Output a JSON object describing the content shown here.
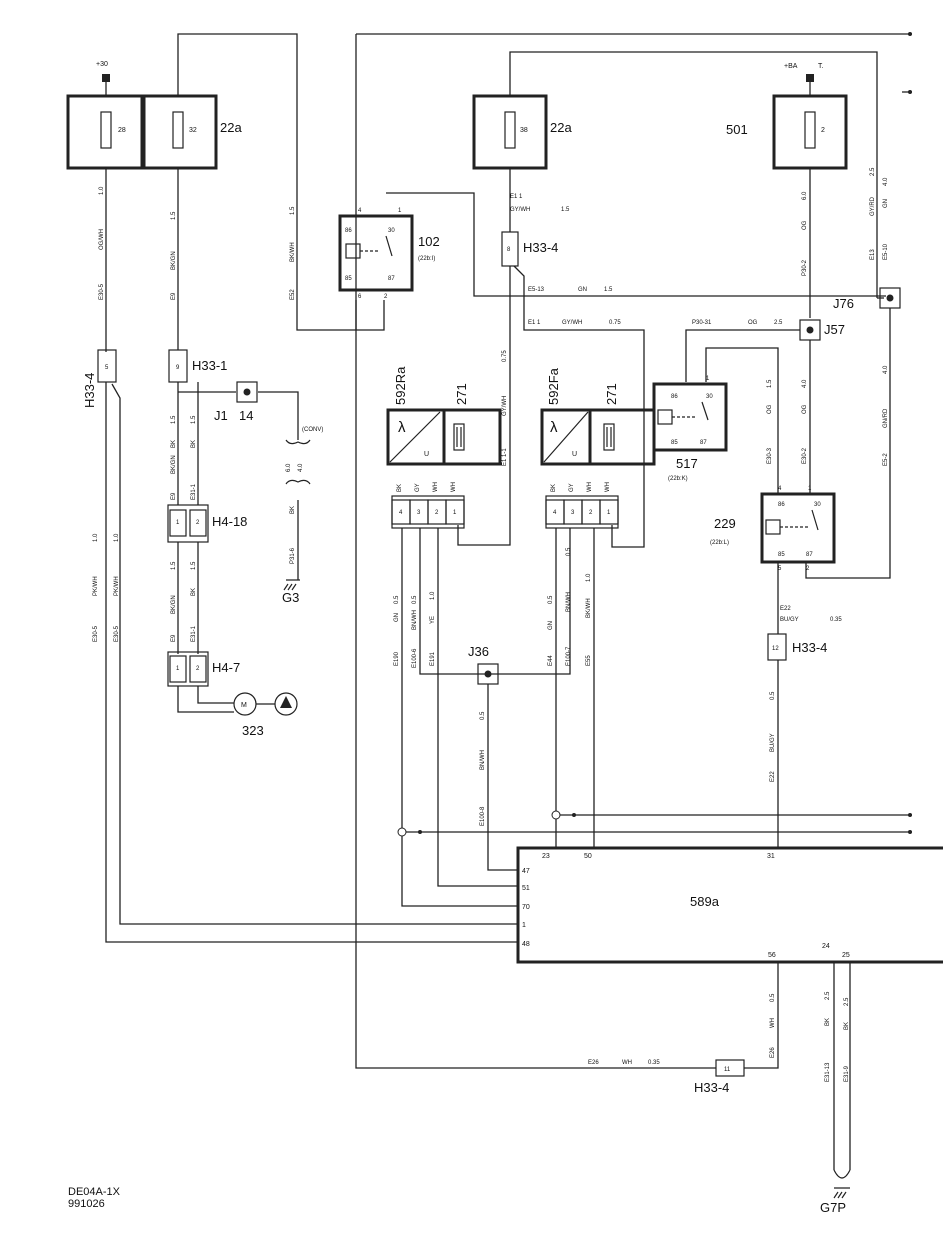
{
  "footer": {
    "code": "DE04A-1X",
    "date": "991026"
  },
  "supply": {
    "plus30": "+30",
    "plusBA": "+BA",
    "t": "T."
  },
  "fuses": {
    "box_22a_left": {
      "label": "22a",
      "fuse_a": "28",
      "fuse_b": "32"
    },
    "box_22a_mid": {
      "label": "22a",
      "fuse": "38"
    },
    "box_501": {
      "label": "501",
      "fuse": "2"
    }
  },
  "relays": {
    "r102": {
      "label": "102",
      "sub": "(22b:I)",
      "pins": [
        "4",
        "1",
        "86",
        "30",
        "85",
        "87",
        "6",
        "2"
      ]
    },
    "r517": {
      "label": "517",
      "sub": "(22b:K)",
      "pins": [
        "1",
        "86",
        "30",
        "85",
        "87"
      ]
    },
    "r229": {
      "label": "229",
      "sub": "(22b:L)",
      "pins": [
        "4",
        "1",
        "86",
        "30",
        "85",
        "87",
        "5",
        "2"
      ]
    }
  },
  "sensors": {
    "front": {
      "label": "592Fa",
      "heater": "271",
      "pins": [
        "4",
        "3",
        "2",
        "1"
      ]
    },
    "rear": {
      "label": "592Ra",
      "heater": "271",
      "pins": [
        "4",
        "3",
        "2",
        "1"
      ]
    }
  },
  "connectors": {
    "h33_4_left": "H33-4",
    "h33_1": "H33-1",
    "h33_4_mid": "H33-4",
    "h33_4_right": "H33-4",
    "h33_4_bottom": "H33-4",
    "h4_18": "H4-18",
    "h4_7": "H4-7",
    "j1": "J1",
    "j1_num": "14",
    "j36": "J36",
    "j57": "J57",
    "j76": "J76",
    "g3": "G3",
    "g7p": "G7P",
    "pin_5": "5",
    "pin_9": "9",
    "pin_8": "8",
    "pin_12": "12",
    "pin_11": "11",
    "pins_12": [
      "1",
      "2"
    ]
  },
  "ecu": {
    "label": "589a",
    "pins": [
      "23",
      "50",
      "31",
      "47",
      "51",
      "70",
      "1",
      "48",
      "56",
      "24",
      "25"
    ]
  },
  "pump": {
    "label": "323",
    "m": "M"
  },
  "wire_labels": {
    "w1": "1.0",
    "w2": "OG/WH",
    "w3": "E30-5",
    "w4": "1.5",
    "w5": "BK/GN",
    "w6": "E9",
    "w7": "1.5",
    "w8": "BK/WH",
    "w9": "E52",
    "w10": "E1  1",
    "w11": "GY/WH",
    "w12": "1.5",
    "w13": "E5-13",
    "w14": "GN",
    "w15": "1.5",
    "w16": "E1  1",
    "w17": "GY/WH",
    "w18": "0.75",
    "w19": "0.75",
    "w20": "GY/WH",
    "w21": "E1  1-1",
    "w22": "P30-31",
    "w23": "OG",
    "w24": "2.5",
    "w25": "6.0",
    "w26": "OG",
    "w27": "P30-2",
    "w28": "2.5",
    "w29": "GY/RD",
    "w30": "E13",
    "w31": "4.0",
    "w32": "GN",
    "w33": "E5-10",
    "w34": "1.5",
    "w35": "OG",
    "w36": "E30-3",
    "w37": "4.0",
    "w38": "OG",
    "w39": "E30-2",
    "w40": "4.0",
    "w41": "GN/RD",
    "w42": "E5-2",
    "w43": "(CONV)",
    "w44": "6.0",
    "w45": "4.0",
    "w46": "BK",
    "w47": "P31-6",
    "w48": "1.5",
    "w49": "BK",
    "w50": "BK/GN",
    "w51": "E9",
    "w52": "E31-1",
    "w53": "1.5",
    "w54": "BK",
    "w55": "1.5",
    "w56": "BK/GN",
    "w57": "E9",
    "w58": "E31-1",
    "w59": "1.0",
    "w60": "PK/WH",
    "w61": "E30-5",
    "w62": "1.0",
    "w63": "PK/WH",
    "w64": "E30-5",
    "w65": "GN",
    "w66": "0.5",
    "w67": "E190",
    "w68": "BN/WH",
    "w69": "0.5",
    "w70": "E100-6",
    "w71": "YE",
    "w72": "1.0",
    "w73": "E191",
    "w74": "GN",
    "w75": "0.5",
    "w76": "E44",
    "w77": "BN/WH",
    "w78": "0.5",
    "w79": "E100-7",
    "w80": "BK/WH",
    "w81": "1.0",
    "w82": "E55",
    "w83": "0.5",
    "w84": "BN/WH",
    "w85": "E100-8",
    "w86": "E22",
    "w87": "BU/GY",
    "w88": "0.35",
    "w89": "0.5",
    "w90": "BU/GY",
    "w91": "E22",
    "w92": "0.5",
    "w93": "WH",
    "w94": "E26",
    "w95": "E26",
    "w96": "WH",
    "w97": "0.35",
    "w98": "2.5",
    "w99": "BK",
    "w100": "E31-13",
    "w101": "2.5",
    "w102": "BK",
    "w103": "E31-9",
    "pinlbl_bk": "BK",
    "pinlbl_gy": "GY",
    "pinlbl_wh": "WH",
    "pinlbl_wh2": "WH"
  }
}
